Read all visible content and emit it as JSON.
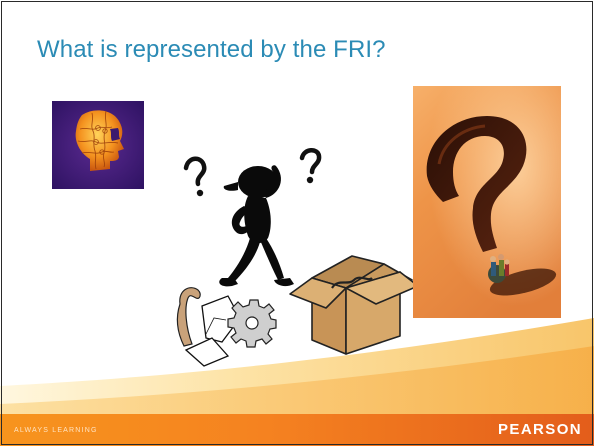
{
  "slide": {
    "title": "What is represented by the FRI?"
  },
  "images": {
    "brain_puzzle": "head-silhouette-made-of-puzzle-pieces",
    "stick_figure_scene": "confused-figure-with-question-marks-beside-open-box-gear-and-papers",
    "question_mark_photo": "large-question-mark-over-sand-with-small-figures"
  },
  "footer": {
    "tagline": "ALWAYS LEARNING",
    "logo_text": "PEARSON"
  },
  "colors": {
    "title": "#2b8bb5",
    "footer_band": "#f58220",
    "footer_band_dark": "#e35d1b",
    "swoosh_light": "#fde7b0",
    "swoosh_mid": "#f9c873",
    "brain_background": "#3b1a6e",
    "puzzle_orange": "#f08c1e",
    "photo_orange": "#e8893c"
  }
}
